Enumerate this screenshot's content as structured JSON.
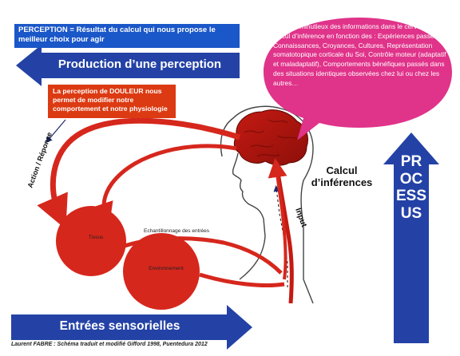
{
  "perception_box": "PERCEPTION = Résultat du calcul qui nous propose le meilleur choix pour agir",
  "production_arrow": "Production  d’une perception",
  "douleur_box": "La perception de  DOULEUR nous permet de modifier notre comportement et notre physiologie",
  "bubble_text": "Examen minutieux des informations dans le cerveau et calcul d’inférence en fonction des  : Expériences passées, Connaissances, Croyances, Cultures, Représentation somatotopique corticale du Soi, Contrôle moteur (adaptatif et maladaptatif), Comportements bénéfiques passés dans des situations identiques observées chez lui ou chez les autres…",
  "processus": "PROCESSUS",
  "calcul_label": "Calcul d’inférences",
  "input_label": "Input",
  "action_label": "Action / Réponse",
  "tissus_label": "Tissus",
  "environnement_label": "Environnement",
  "echantillonnage_label": "Echantillonnage des entrées",
  "entrees_arrow": "Entrées sensorielles",
  "credit": "Laurent FABRE : Schéma traduit et modifié Gifford 1998, Puentedura 2012",
  "colors": {
    "blue": "#1a57c8",
    "arrow_blue": "#2442a6",
    "red": "#d6271d",
    "orange_red": "#dc3a12",
    "magenta": "#e0338a"
  }
}
